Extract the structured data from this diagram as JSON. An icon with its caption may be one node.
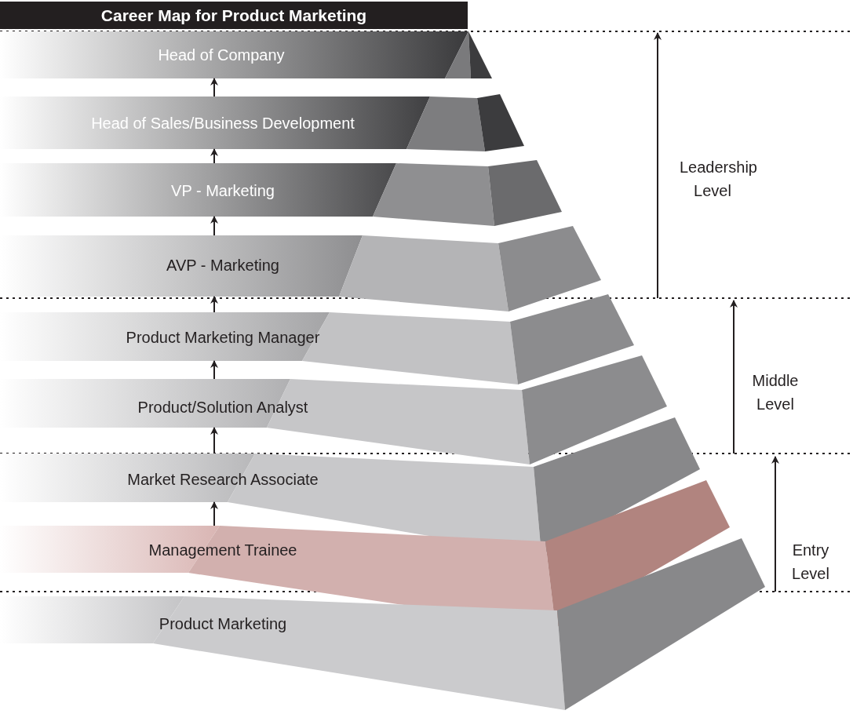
{
  "diagram": {
    "title": "Career Map for Product Marketing",
    "nodes": [
      {
        "text": [
          "Head of Company"
        ]
      },
      {
        "text": [
          "Head of Sales/Business Development"
        ]
      },
      {
        "text": [
          "VP - Marketing"
        ]
      },
      {
        "text": [
          "AVP - Marketing"
        ]
      },
      {
        "text": [
          "Product Marketing Manager"
        ]
      },
      {
        "text": [
          "Product/Solution Analyst"
        ]
      },
      {
        "text": [
          "Market Research Associate"
        ]
      },
      {
        "text": [
          "Management Trainee"
        ]
      },
      {
        "text": [
          "Product Marketing"
        ]
      }
    ],
    "edges": [
      {
        "from": 7,
        "to": 6,
        "arrow": "to"
      },
      {
        "from": 6,
        "to": 5,
        "arrow": "to"
      },
      {
        "from": 5,
        "to": 4,
        "arrow": "to"
      },
      {
        "from": 4,
        "to": 3,
        "arrow": "to"
      },
      {
        "from": 3,
        "to": 2,
        "arrow": "to"
      },
      {
        "from": 2,
        "to": 1,
        "arrow": "to"
      },
      {
        "from": 1,
        "to": 0,
        "arrow": "to"
      }
    ],
    "labels": [
      "Leadership Level",
      "Middle Level",
      "Entry Level"
    ]
  }
}
